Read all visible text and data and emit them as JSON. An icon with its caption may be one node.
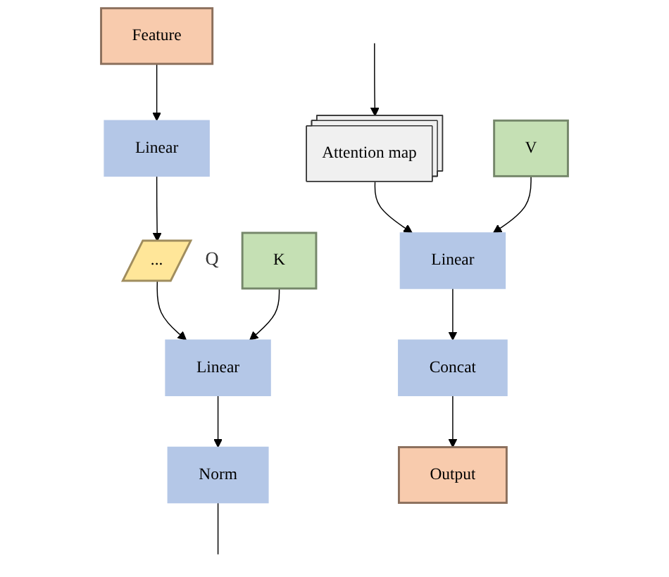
{
  "diagram": {
    "nodes": [
      {
        "text": [
          "Feature"
        ]
      },
      {
        "text": [
          "Linear"
        ]
      },
      {
        "text": [
          "..."
        ],
        "beside": [
          "Q"
        ]
      },
      {
        "text": [
          "K"
        ]
      },
      {
        "text": [
          "Linear"
        ]
      },
      {
        "text": [
          "Norm"
        ]
      },
      {
        "text": [
          "Output"
        ]
      },
      {
        "text": [
          "Concat"
        ]
      },
      {
        "text": [
          "Linear"
        ]
      },
      {
        "text": [
          "V"
        ]
      },
      {
        "text": [
          "Attention map"
        ]
      }
    ],
    "edges": [
      {
        "from": 0,
        "to": 1,
        "arrow": "to"
      },
      {
        "from": 1,
        "to": 2,
        "arrow": "to"
      },
      {
        "from": 2,
        "to": 4,
        "arrow": "to"
      },
      {
        "from": 3,
        "to": 4,
        "arrow": "to"
      },
      {
        "from": 4,
        "to": 5,
        "arrow": "to"
      },
      {
        "from": 5,
        "to": null,
        "arrow": "none"
      },
      {
        "from": 7,
        "to": 6,
        "arrow": "to"
      },
      {
        "from": 8,
        "to": 7,
        "arrow": "to"
      },
      {
        "from": 10,
        "to": 8,
        "arrow": "to"
      },
      {
        "from": 9,
        "to": 8,
        "arrow": "to"
      },
      {
        "from": null,
        "to": 10,
        "arrow": "to"
      }
    ]
  }
}
